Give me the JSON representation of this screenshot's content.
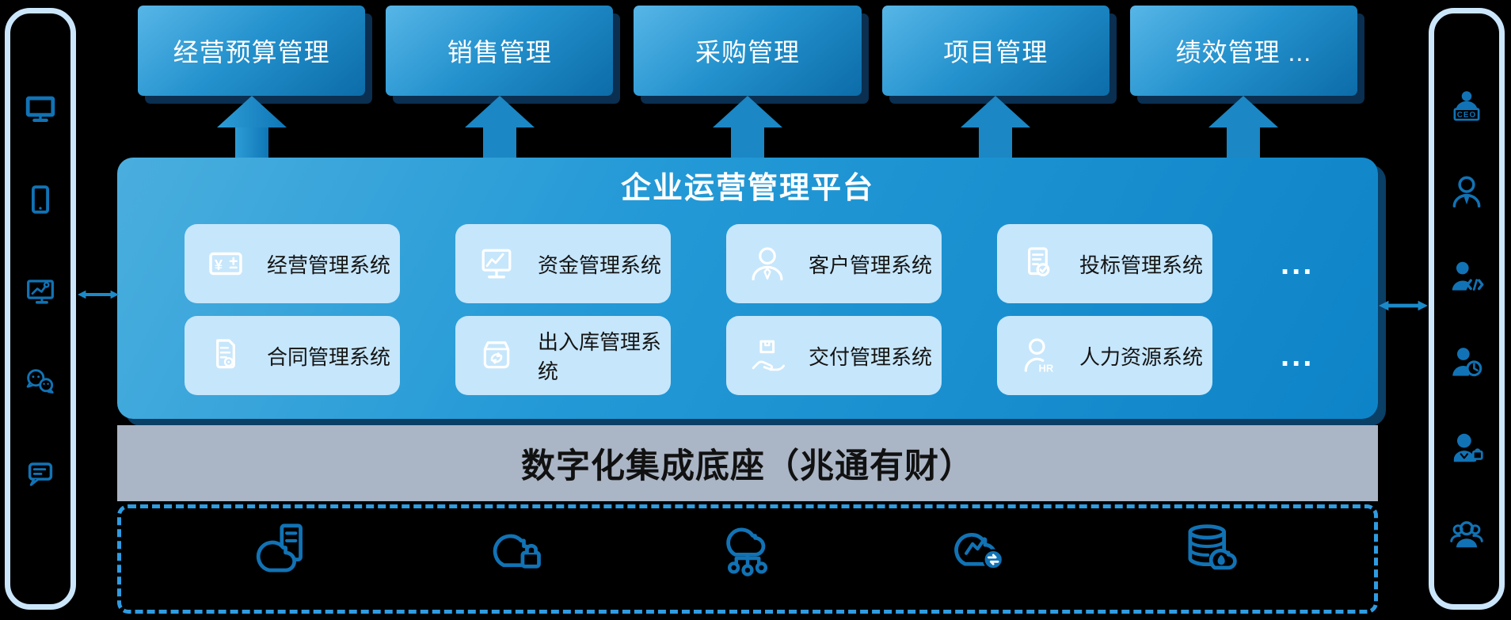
{
  "colors": {
    "module_gradient_top": "#57b6e7",
    "module_gradient_bottom": "#0c6ca8",
    "panel_blue": "#2399d6",
    "card_light_blue": "#c6e6fb",
    "base_gray": "#aab5c5",
    "icon_blue": "#1173b5",
    "sidebar_border": "#cbe6fb",
    "shadow_navy": "#0a2f50",
    "dashed_border": "#2f9ce2"
  },
  "left_panel": {
    "icons": [
      "desktop-monitor-icon",
      "tablet-icon",
      "chart-screen-icon",
      "wechat-icon",
      "message-icon"
    ]
  },
  "right_panel": {
    "icons": [
      "ceo-user-icon",
      "manager-user-icon",
      "developer-user-icon",
      "time-user-icon",
      "service-user-icon",
      "team-icon"
    ]
  },
  "icon_text": {
    "ceo": "CEO",
    "hr": "HR",
    "yuan": "¥"
  },
  "top_modules": {
    "items": [
      {
        "label": "经营预算管理"
      },
      {
        "label": "销售管理"
      },
      {
        "label": "采购管理"
      },
      {
        "label": "项目管理"
      },
      {
        "label": "绩效管理 ..."
      }
    ]
  },
  "platform": {
    "title": "企业运营管理平台",
    "row1": [
      {
        "label": "经营管理系统",
        "icon": "yuan-card-icon"
      },
      {
        "label": "资金管理系统",
        "icon": "chart-monitor-icon"
      },
      {
        "label": "客户管理系统",
        "icon": "customer-icon"
      },
      {
        "label": "投标管理系统",
        "icon": "bid-document-icon"
      }
    ],
    "row1_more": "...",
    "row2": [
      {
        "label": "合同管理系统",
        "icon": "contract-icon"
      },
      {
        "label": "出入库管理系统",
        "icon": "warehouse-sync-icon"
      },
      {
        "label": "交付管理系统",
        "icon": "delivery-hand-icon"
      },
      {
        "label": "人力资源系统",
        "icon": "hr-person-icon"
      }
    ],
    "row2_more": "..."
  },
  "base_bar": {
    "label": "数字化集成底座（兆通有财）"
  },
  "infrastructure": {
    "icons": [
      "cloud-server-icon",
      "cloud-lock-icon",
      "cloud-network-icon",
      "cloud-monitor-icon",
      "database-flame-icon"
    ]
  }
}
